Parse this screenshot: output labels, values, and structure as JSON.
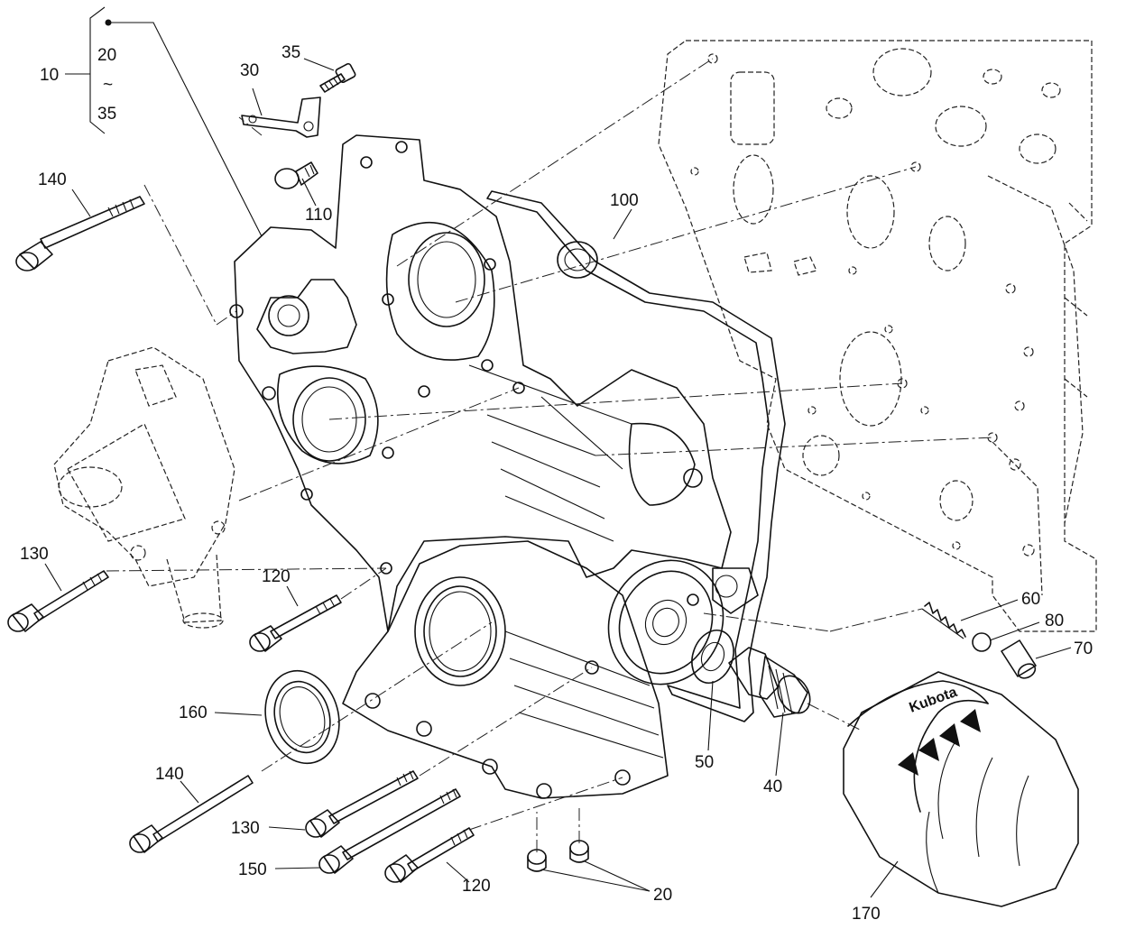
{
  "bracket": {
    "group_label": "10",
    "from_label": "20",
    "range_symbol": "~",
    "to_label": "35"
  },
  "callouts": {
    "c35": "35",
    "c30": "30",
    "c110": "110",
    "c140_top": "140",
    "c100": "100",
    "c130_left": "130",
    "c120_mid": "120",
    "c60": "60",
    "c80": "80",
    "c70": "70",
    "c160": "160",
    "c50": "50",
    "c40": "40",
    "c140_bottom": "140",
    "c130_bottom": "130",
    "c150": "150",
    "c120_bottom": "120",
    "c20": "20",
    "c170": "170"
  },
  "filter_brand": "Kubota"
}
